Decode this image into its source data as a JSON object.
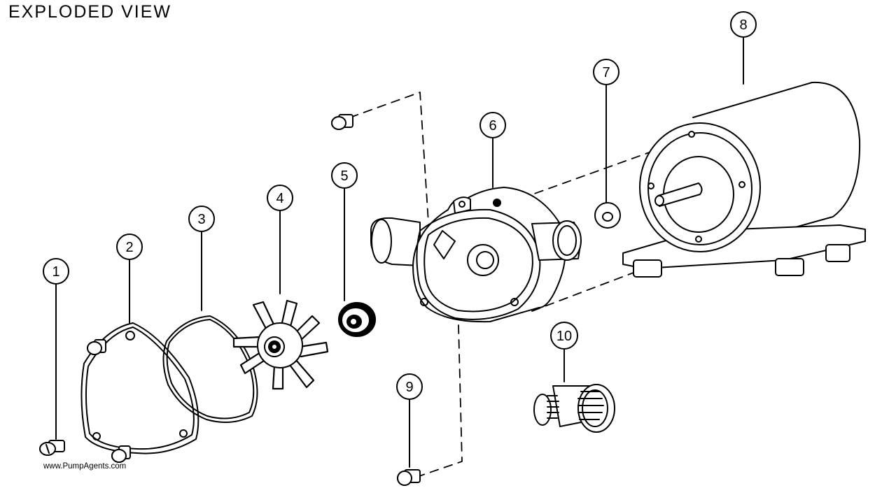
{
  "title": "EXPLODED VIEW",
  "watermark": "www.PumpAgents.com",
  "callouts": [
    {
      "id": "callout-1",
      "label": "1"
    },
    {
      "id": "callout-2",
      "label": "2"
    },
    {
      "id": "callout-3",
      "label": "3"
    },
    {
      "id": "callout-4",
      "label": "4"
    },
    {
      "id": "callout-5",
      "label": "5"
    },
    {
      "id": "callout-6",
      "label": "6"
    },
    {
      "id": "callout-7",
      "label": "7"
    },
    {
      "id": "callout-8",
      "label": "8"
    },
    {
      "id": "callout-9",
      "label": "9"
    },
    {
      "id": "callout-10",
      "label": "10"
    }
  ],
  "colors": {
    "ink": "#000000",
    "paper": "#ffffff"
  }
}
